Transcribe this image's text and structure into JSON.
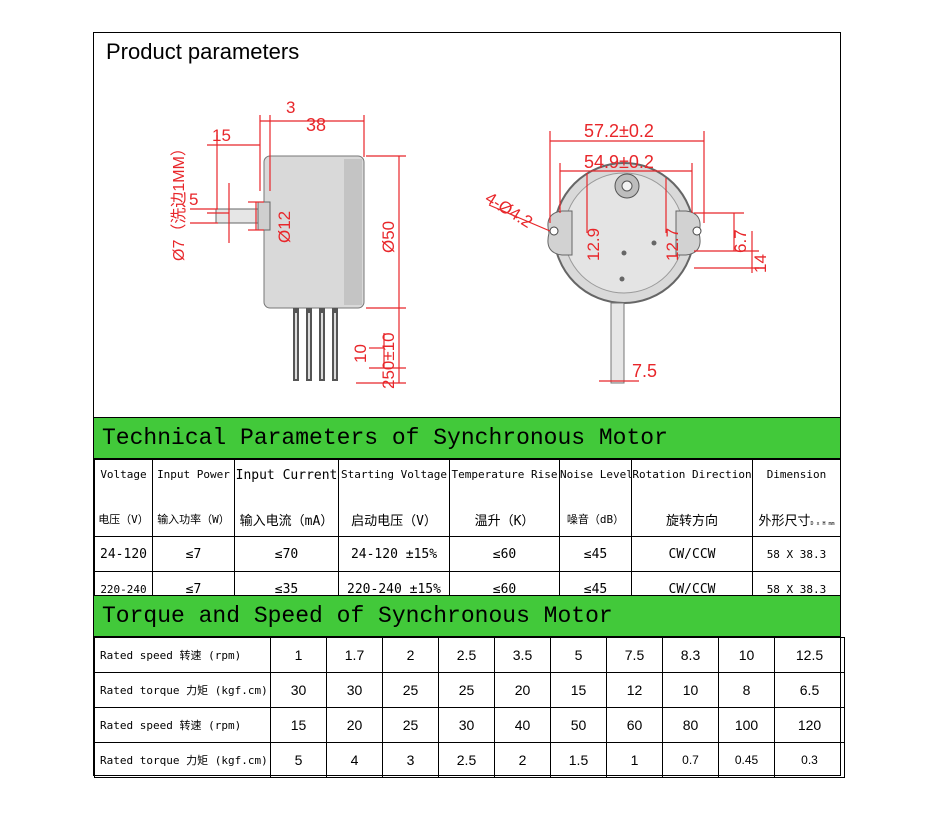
{
  "title": "Product parameters",
  "drawing": {
    "side": {
      "dim_3": "3",
      "dim_38": "38",
      "dim_15": "15",
      "dim_5": "5",
      "dim_shaft": "Ø7（洗边1MM）",
      "dim_d12": "Ø12",
      "dim_d50": "Ø50",
      "dim_10": "10",
      "dim_250": "250±10"
    },
    "front": {
      "dim_572": "57.2±0.2",
      "dim_549": "54.9±0.2",
      "dim_holes": "4-Ø4.2",
      "dim_129": "12.9",
      "dim_127": "12.7",
      "dim_67": "6.7",
      "dim_14": "14",
      "dim_75": "7.5"
    },
    "colors": {
      "dimension": "#e8262a",
      "body": "#d8d8d8",
      "band": "#42c93a"
    }
  },
  "tech": {
    "heading": "Technical Parameters of Synchronous Motor",
    "headers_en": [
      "Voltage",
      "Input Power",
      "Input Current",
      "Starting Voltage",
      "Temperature Rise",
      "Noise Level",
      "Rotation Direction",
      "Dimension"
    ],
    "headers_cn": [
      "电压（V）",
      "输入功率（W）",
      "输入电流（mA）",
      "启动电压（V）",
      "温升（K）",
      "噪音（dB）",
      "旋转方向",
      "外形尺寸"
    ],
    "dim_sub": "D x H mm",
    "rows": [
      [
        "24-120",
        "≤7",
        "≤70",
        "24-120 ±15%",
        "≤60",
        "≤45",
        "CW/CCW",
        "58 X 38.3"
      ],
      [
        "220-240",
        "≤7",
        "≤35",
        "220-240 ±15%",
        "≤60",
        "≤45",
        "CW/CCW",
        "58 X 38.3"
      ]
    ]
  },
  "torque": {
    "heading": "Torque and Speed of Synchronous Motor",
    "rows": [
      {
        "label": "Rated speed 转速 (rpm)",
        "values": [
          "1",
          "1.7",
          "2",
          "2.5",
          "3.5",
          "5",
          "7.5",
          "8.3",
          "10",
          "12.5"
        ]
      },
      {
        "label": "Rated torque 力矩 (kgf.cm)",
        "values": [
          "30",
          "30",
          "25",
          "25",
          "20",
          "15",
          "12",
          "10",
          "8",
          "6.5"
        ]
      },
      {
        "label": "Rated speed 转速 (rpm)",
        "values": [
          "15",
          "20",
          "25",
          "30",
          "40",
          "50",
          "60",
          "80",
          "100",
          "120"
        ]
      },
      {
        "label": "Rated torque 力矩 (kgf.cm)",
        "values": [
          "5",
          "4",
          "3",
          "2.5",
          "2",
          "1.5",
          "1",
          "0.7",
          "0.45",
          "0.3"
        ]
      }
    ]
  }
}
